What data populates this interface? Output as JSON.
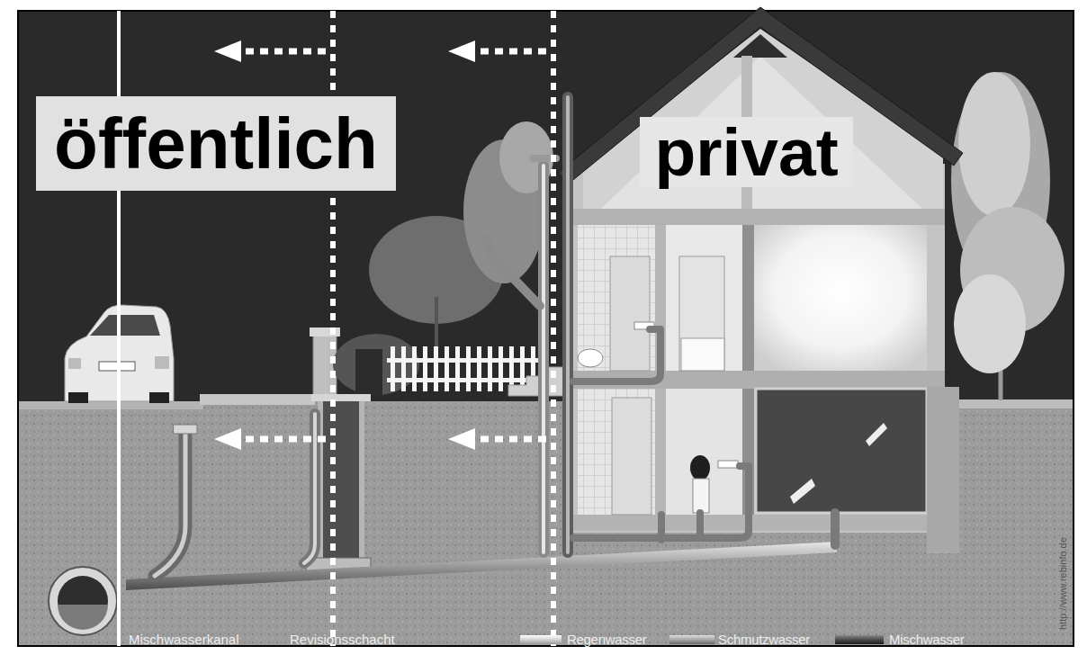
{
  "diagram": {
    "nodes": [
      {
        "text": [
          "öffentlich"
        ]
      },
      {
        "text": [
          "privat"
        ]
      }
    ],
    "labels": [
      "Mischwasserkanal",
      "Revisionsschacht",
      "http://www.rebinfo.de"
    ],
    "legend": [
      {
        "text": "Regenwasser"
      },
      {
        "text": "Schmutzwasser"
      },
      {
        "text": "Mischwasser"
      }
    ]
  }
}
